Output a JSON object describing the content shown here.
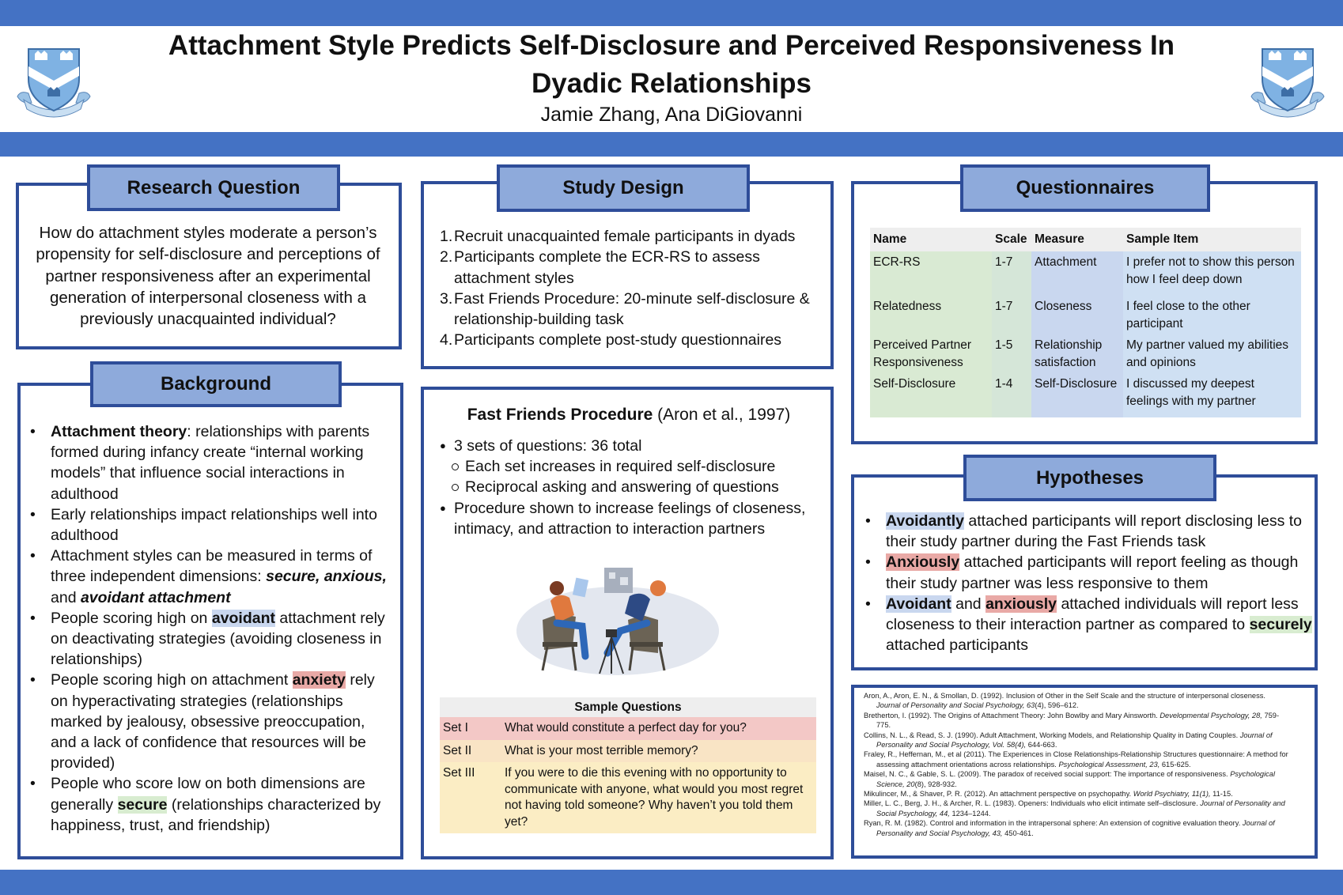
{
  "title": "Attachment Style Predicts Self-Disclosure and Perceived Responsiveness In Dyadic Relationships",
  "authors": "Jamie Zhang, Ana DiGiovanni",
  "colors": {
    "band": "#4472c4",
    "header_fill": "#8eaadb",
    "border": "#2e4d99"
  },
  "research_question": {
    "heading": "Research Question",
    "text": "How do attachment styles moderate a person’s propensity for self-disclosure and perceptions of partner responsiveness after an experimental generation of interpersonal closeness with a previously unacquainted individual?"
  },
  "background": {
    "heading": "Background",
    "b1_term": "Attachment theory",
    "b1_text": ": relationships with parents formed during infancy create “internal working models” that influence social interactions in adulthood",
    "b2_text": "Early relationships impact relationships well into adulthood",
    "b3_pre": "Attachment styles can be measured in terms of three independent dimensions: ",
    "b3_secure": "secure, anxious,",
    "b3_and": " and ",
    "b3_avoidant": "avoidant attachment",
    "b4_pre": "People scoring high on ",
    "b4_hl": "avoidant",
    "b4_post": " attachment rely on deactivating strategies (avoiding closeness in relationships)",
    "b5_pre": "People scoring high on attachment ",
    "b5_hl": "anxiety",
    "b5_post": " rely on hyperactivating strategies (relationships marked by jealousy, obsessive preoccupation, and a lack of confidence that resources will be provided)",
    "b6_pre": "People who score low on both dimensions are generally ",
    "b6_hl": "secure",
    "b6_post": " (relationships characterized by happiness, trust, and friendship)"
  },
  "study_design": {
    "heading": "Study Design",
    "steps": [
      {
        "num": "1.",
        "text": "Recruit unacquainted female participants in dyads"
      },
      {
        "num": "2.",
        "text": "Participants complete the ECR-RS to assess attachment styles"
      },
      {
        "num": "3.",
        "text": "Fast Friends Procedure: 20-minute self-disclosure & relationship-building task"
      },
      {
        "num": "4.",
        "text": "Participants complete post-study questionnaires"
      }
    ]
  },
  "fast_friends": {
    "title_bold": "Fast Friends Procedure",
    "title_cite": " (Aron et al., 1997)",
    "items": [
      "3 sets of questions: 36 total",
      "Each set increases in required self-disclosure",
      "Reciprocal asking and answering of questions",
      "Procedure shown to increase feelings of closeness, intimacy, and attraction to interaction partners"
    ],
    "sample_heading": "Sample Questions",
    "samples": [
      {
        "set": "Set I",
        "q": "What would constitute a perfect day for you?"
      },
      {
        "set": "Set II",
        "q": "What is your most terrible memory?"
      },
      {
        "set": "Set III",
        "q": "If you were to die this evening with no opportunity to communicate with anyone, what would you most regret not having told someone? Why haven’t you told them yet?"
      }
    ]
  },
  "questionnaires": {
    "heading": "Questionnaires",
    "columns": [
      "Name",
      "Scale",
      "Measure",
      "Sample Item"
    ],
    "rows": [
      [
        "ECR-RS",
        "1-7",
        "Attachment",
        "I prefer not to show this person how I feel deep down"
      ],
      [
        "Relatedness",
        "1-7",
        "Closeness",
        "I feel close to the other participant"
      ],
      [
        "Perceived Partner Responsiveness",
        "1-5",
        "Relationship satisfaction",
        "My partner valued my abilities and opinions"
      ],
      [
        "Self-Disclosure",
        "1-4",
        "Self-Disclosure",
        "I discussed my deepest feelings with my partner"
      ]
    ]
  },
  "hypotheses": {
    "heading": "Hypotheses",
    "h1_hl": "Avoidantly",
    "h1_post": " attached participants will report disclosing less to their study partner during the Fast Friends task",
    "h2_hl": "Anxiously",
    "h2_post": " attached participants will report feeling as though their study partner was less responsive to them",
    "h3_hl1": "Avoidant",
    "h3_mid": " and ",
    "h3_hl2": "anxiously",
    "h3_mid2": " attached individuals will report less closeness to their interaction partner as compared to ",
    "h3_hl3": "securely",
    "h3_post": " attached participants"
  },
  "references": [
    {
      "pre": "Aron, A., Aron, E. N., & Smollan, D. (1992). Inclusion of Other in the Self Scale and the structure of interpersonal closeness. ",
      "it": "Journal of Personality and Social Psychology, 63",
      "post": "(4), 596–612."
    },
    {
      "pre": "Bretherton, I. (1992). The Origins of Attachment Theory: John Bowlby and Mary Ainsworth. ",
      "it": "Developmental Psychology, 28,",
      "post": " 759-775."
    },
    {
      "pre": "Collins, N. L., & Read, S. J. (1990). Adult Attachment, Working Models, and Relationship Quality in Dating Couples. ",
      "it": "Journal of Personality and Social Psychology, Vol. 58(4),",
      "post": " 644-663."
    },
    {
      "pre": "Fraley, R., Heffernan, M., et al (2011). The Experiences in Close Relationships-Relationship Structures questionnaire: A method for assessing attachment orientations across relationships. ",
      "it": "Psychological Assessment, 23,",
      "post": " 615-625."
    },
    {
      "pre": "Maisel, N. C., & Gable, S. L. (2009). The paradox of received social support: The importance of responsiveness. ",
      "it": "Psychological Science, 20",
      "post": "(8), 928-932."
    },
    {
      "pre": "Mikulincer, M., & Shaver, P. R. (2012). An attachment perspective on psychopathy. ",
      "it": "World Psychiatry, 11(1),",
      "post": " 11-15."
    },
    {
      "pre": "Miller, L. C., Berg, J. H., & Archer, R. L. (1983). Openers: Individuals who elicit intimate self–disclosure. ",
      "it": "Journal of Personality and Social Psychology, 44,",
      "post": " 1234–1244."
    },
    {
      "pre": "Ryan, R. M. (1982). Control and information in the intrapersonal sphere: An extension of cognitive evaluation theory. ",
      "it": "Journal of Personality and Social Psychology, 43,",
      "post": " 450-461."
    }
  ]
}
